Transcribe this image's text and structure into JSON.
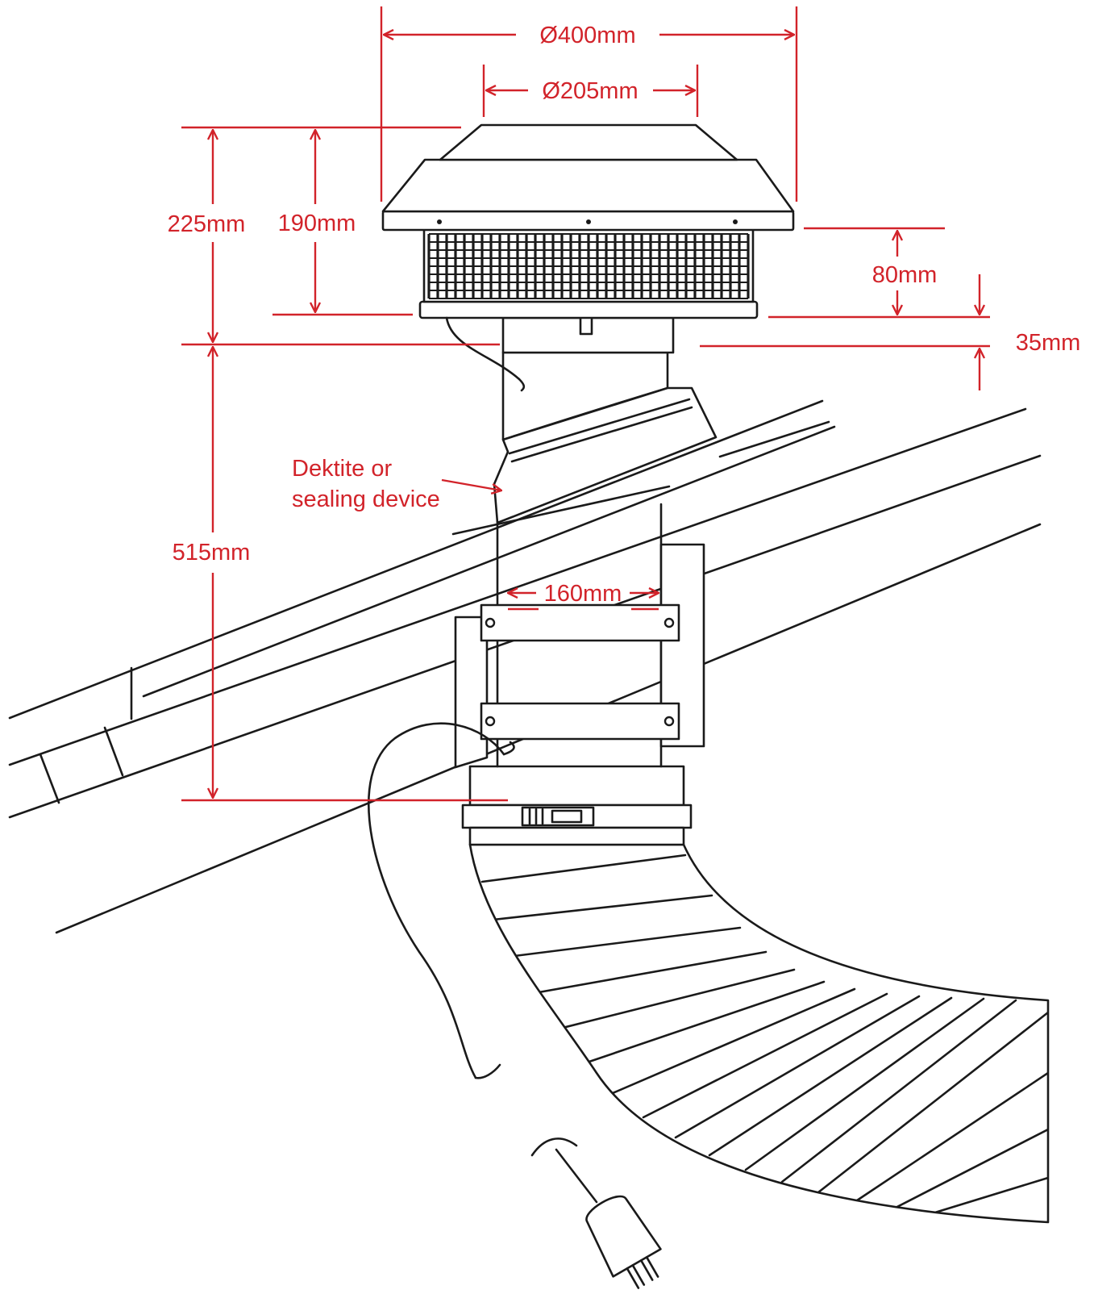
{
  "colors": {
    "accent": "#d2232a",
    "outline": "#1a1a1a",
    "background": "#ffffff"
  },
  "dimensions": {
    "cowl_outer_diameter": "Ø400mm",
    "cowl_inner_diameter": "Ø205mm",
    "overall_cowl_height": "225mm",
    "cowl_body_height": "190mm",
    "grille_height": "80mm",
    "base_collar_height": "35mm",
    "duct_length": "515mm",
    "duct_width": "160mm"
  },
  "callouts": {
    "sealing_line1": "Dektite or",
    "sealing_line2": "sealing device"
  },
  "icons": [
    "power-plug-icon"
  ]
}
